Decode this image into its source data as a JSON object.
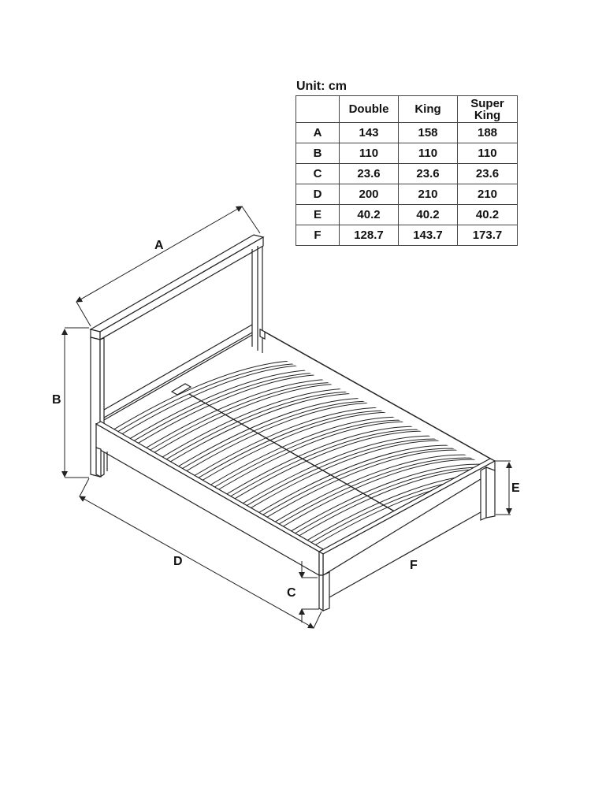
{
  "table": {
    "unit_label": "Unit: cm",
    "columns": [
      "",
      "Double",
      "King",
      "Super King"
    ],
    "super_king_line1": "Super",
    "super_king_line2": "King",
    "rows": [
      {
        "label": "A",
        "double": "143",
        "king": "158",
        "super_king": "188"
      },
      {
        "label": "B",
        "double": "110",
        "king": "110",
        "super_king": "110"
      },
      {
        "label": "C",
        "double": "23.6",
        "king": "23.6",
        "super_king": "23.6"
      },
      {
        "label": "D",
        "double": "200",
        "king": "210",
        "super_king": "210"
      },
      {
        "label": "E",
        "double": "40.2",
        "king": "40.2",
        "super_king": "40.2"
      },
      {
        "label": "F",
        "double": "128.7",
        "king": "143.7",
        "super_king": "173.7"
      }
    ]
  },
  "diagram": {
    "subject": "Bed frame with slatted base, isometric line drawing",
    "labels": {
      "A": "A",
      "B": "B",
      "C": "C",
      "D": "D",
      "E": "E",
      "F": "F"
    },
    "line_color": "#222222"
  }
}
